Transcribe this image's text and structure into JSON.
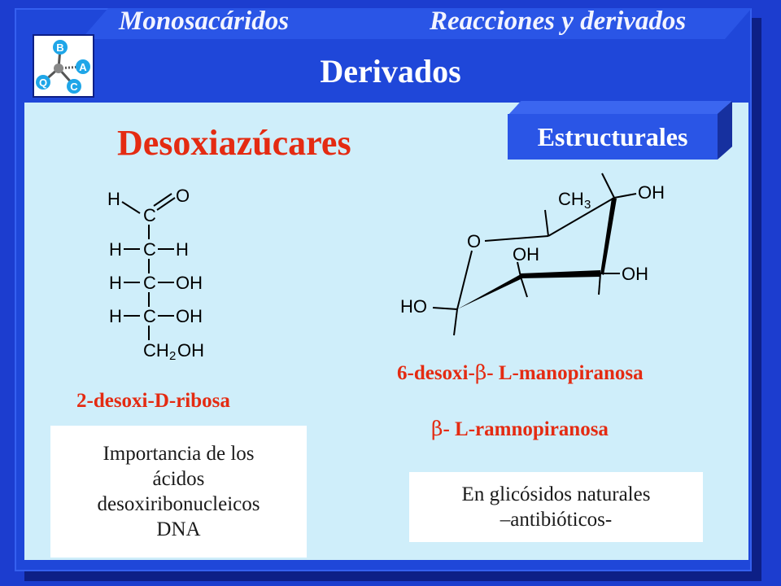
{
  "header": {
    "left_label": "Monosacáridos",
    "right_label": "Reacciones y derivados",
    "title": "Derivados"
  },
  "logo": {
    "letters": [
      "B",
      "Q",
      "A",
      "C"
    ]
  },
  "badge": {
    "label": "Estructurales"
  },
  "heading": "Desoxiazúcares",
  "ribose": {
    "name": "2-desoxi-D-ribosa",
    "atoms": {
      "h_top": "H",
      "c1": "C",
      "o": "O",
      "h2l": "H",
      "c2": "C",
      "h2r": "H",
      "h3l": "H",
      "c3": "C",
      "oh3": "OH",
      "h4l": "H",
      "c4": "C",
      "oh4": "OH",
      "ch2": "CH",
      "sub2": "2",
      "oh5": "OH"
    },
    "note": [
      "Importancia de los",
      "ácidos",
      "desoxiribonucleicos",
      "DNA"
    ]
  },
  "mannose": {
    "name_prefix": "6-desoxi-",
    "name_beta": "β",
    "name_suffix": "- L-manopiranosa",
    "alt_beta": "β",
    "alt_suffix": "- L-ramnopiranosa",
    "atoms": {
      "ch": "CH",
      "sub3": "3",
      "oh_top": "OH",
      "o_ring": "O",
      "oh_mid": "OH",
      "oh_right": "OH",
      "ho": "HO"
    },
    "note": [
      "En glicósidos naturales",
      "–antibióticos-"
    ]
  },
  "colors": {
    "accent_red": "#e42b12",
    "frame_blue": "#1f47d9",
    "content_bg": "#cfeefa"
  }
}
